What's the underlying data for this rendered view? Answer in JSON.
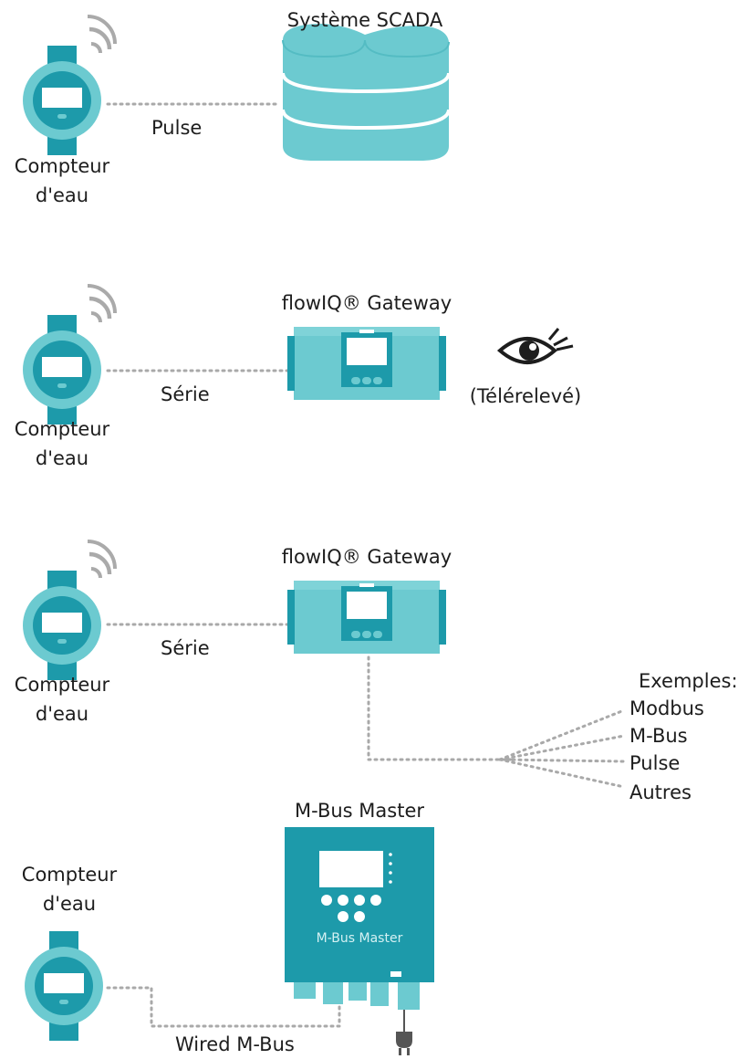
{
  "colors": {
    "teal_light": "#6ccad0",
    "teal_mid": "#54bcc3",
    "teal_dark": "#1d9aaa",
    "teal_deep": "#17889a",
    "line": "#a9a9a9",
    "text": "#1d1d1d"
  },
  "section1": {
    "meter_label_1": "Compteur",
    "meter_label_2": "d'eau",
    "link_label": "Pulse",
    "target_title": "Système SCADA"
  },
  "section2": {
    "meter_label_1": "Compteur",
    "meter_label_2": "d'eau",
    "link_label": "Série",
    "gateway_title": "flowIQ® Gateway",
    "view_label": "(Télérelevé)"
  },
  "section3": {
    "meter_label_1": "Compteur",
    "meter_label_2": "d'eau",
    "link_label": "Série",
    "gateway_title": "flowIQ® Gateway",
    "examples_title": "Exemples:",
    "examples": [
      "Modbus",
      "M-Bus",
      "Pulse",
      "Autres"
    ]
  },
  "section4": {
    "meter_label_1": "Compteur",
    "meter_label_2": "d'eau",
    "device_title": "M-Bus Master",
    "device_panel_label": "M-Bus Master",
    "link_label": "Wired M-Bus"
  }
}
